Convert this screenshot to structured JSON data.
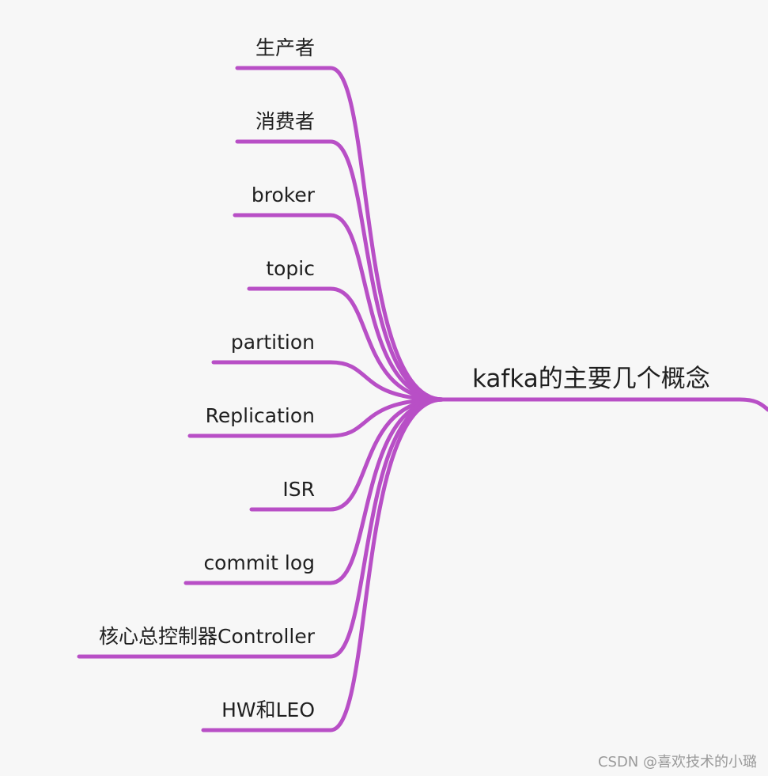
{
  "root": {
    "label": "kafka的主要几个概念"
  },
  "branches": [
    {
      "label": "生产者"
    },
    {
      "label": "消费者"
    },
    {
      "label": "broker"
    },
    {
      "label": "topic"
    },
    {
      "label": "partition"
    },
    {
      "label": "Replication"
    },
    {
      "label": "ISR"
    },
    {
      "label": "commit log"
    },
    {
      "label": "核心总控制器Controller"
    },
    {
      "label": "HW和LEO"
    }
  ],
  "watermark": "CSDN @喜欢技术的小璐",
  "colors": {
    "branch": "#b84fc6",
    "background": "#f7f7f7"
  }
}
